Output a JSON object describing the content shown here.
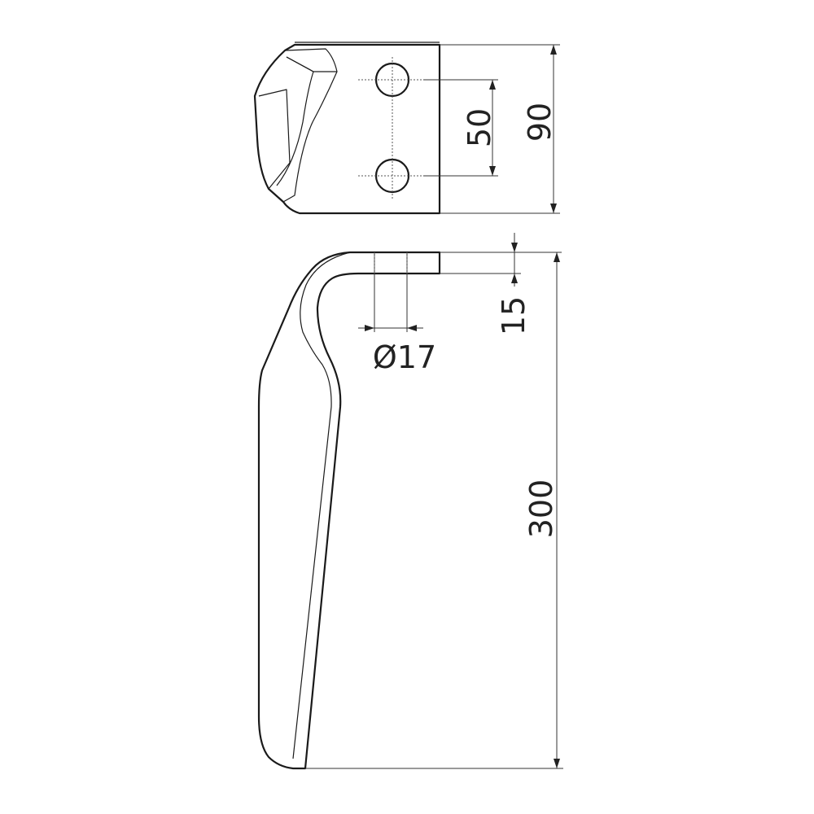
{
  "dimensions": {
    "hole_spacing": "50",
    "flange_width": "90",
    "flange_thickness": "15",
    "hole_diameter": "Ø17",
    "total_height": "300"
  },
  "colors": {
    "line": "#1a1a1a",
    "background": "#ffffff"
  }
}
